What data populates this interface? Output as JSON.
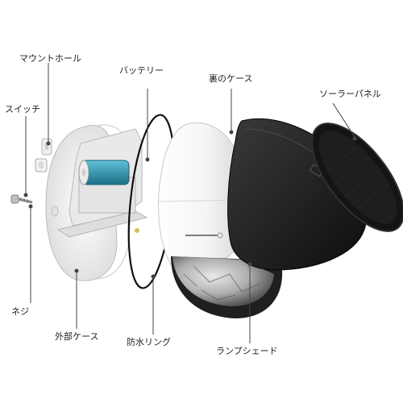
{
  "diagram": {
    "labels": {
      "mount_hole": "マウントホール",
      "battery": "バッテリー",
      "back_case": "裏のケース",
      "solar_panel": "ソーラーパネル",
      "switch": "スイッチ",
      "screw": "ネジ",
      "outer_case": "外部ケース",
      "waterproof_ring": "防水リング",
      "lamp_shade": "ランプシェード"
    },
    "colors": {
      "leader_line": "#444444",
      "outer_case": "#f0f0f0",
      "back_case": "#f6f6f6",
      "lamp_shade": "#1c1c1c",
      "solar_panel": "#151515",
      "battery": "#2a8fa8",
      "ring": "#111111"
    }
  }
}
